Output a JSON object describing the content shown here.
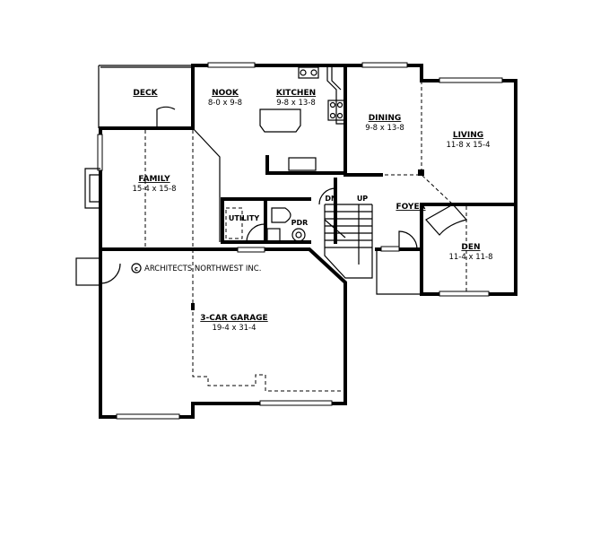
{
  "rooms": {
    "deck": {
      "name": "DECK"
    },
    "nook": {
      "name": "NOOK",
      "size": "8-0 x 9-8"
    },
    "kitchen": {
      "name": "KITCHEN",
      "size": "9-8 x 13-8"
    },
    "dining": {
      "name": "DINING",
      "size": "9-8 x 13-8"
    },
    "living": {
      "name": "LIVING",
      "size": "11-8 x 15-4"
    },
    "family": {
      "name": "FAMILY",
      "size": "15-4 x 15-8"
    },
    "utility": {
      "name": "UTILITY"
    },
    "pdr": {
      "name": "PDR"
    },
    "foyer": {
      "name": "FOYER"
    },
    "den": {
      "name": "DEN",
      "size": "11-4 x 11-8"
    },
    "garage": {
      "name": "3-CAR GARAGE",
      "size": "19-4 x 31-4"
    }
  },
  "stairs": {
    "down": "DN",
    "up": "UP"
  },
  "copyright": "ARCHITECTS NORTHWEST INC.",
  "copyright_symbol": "c"
}
